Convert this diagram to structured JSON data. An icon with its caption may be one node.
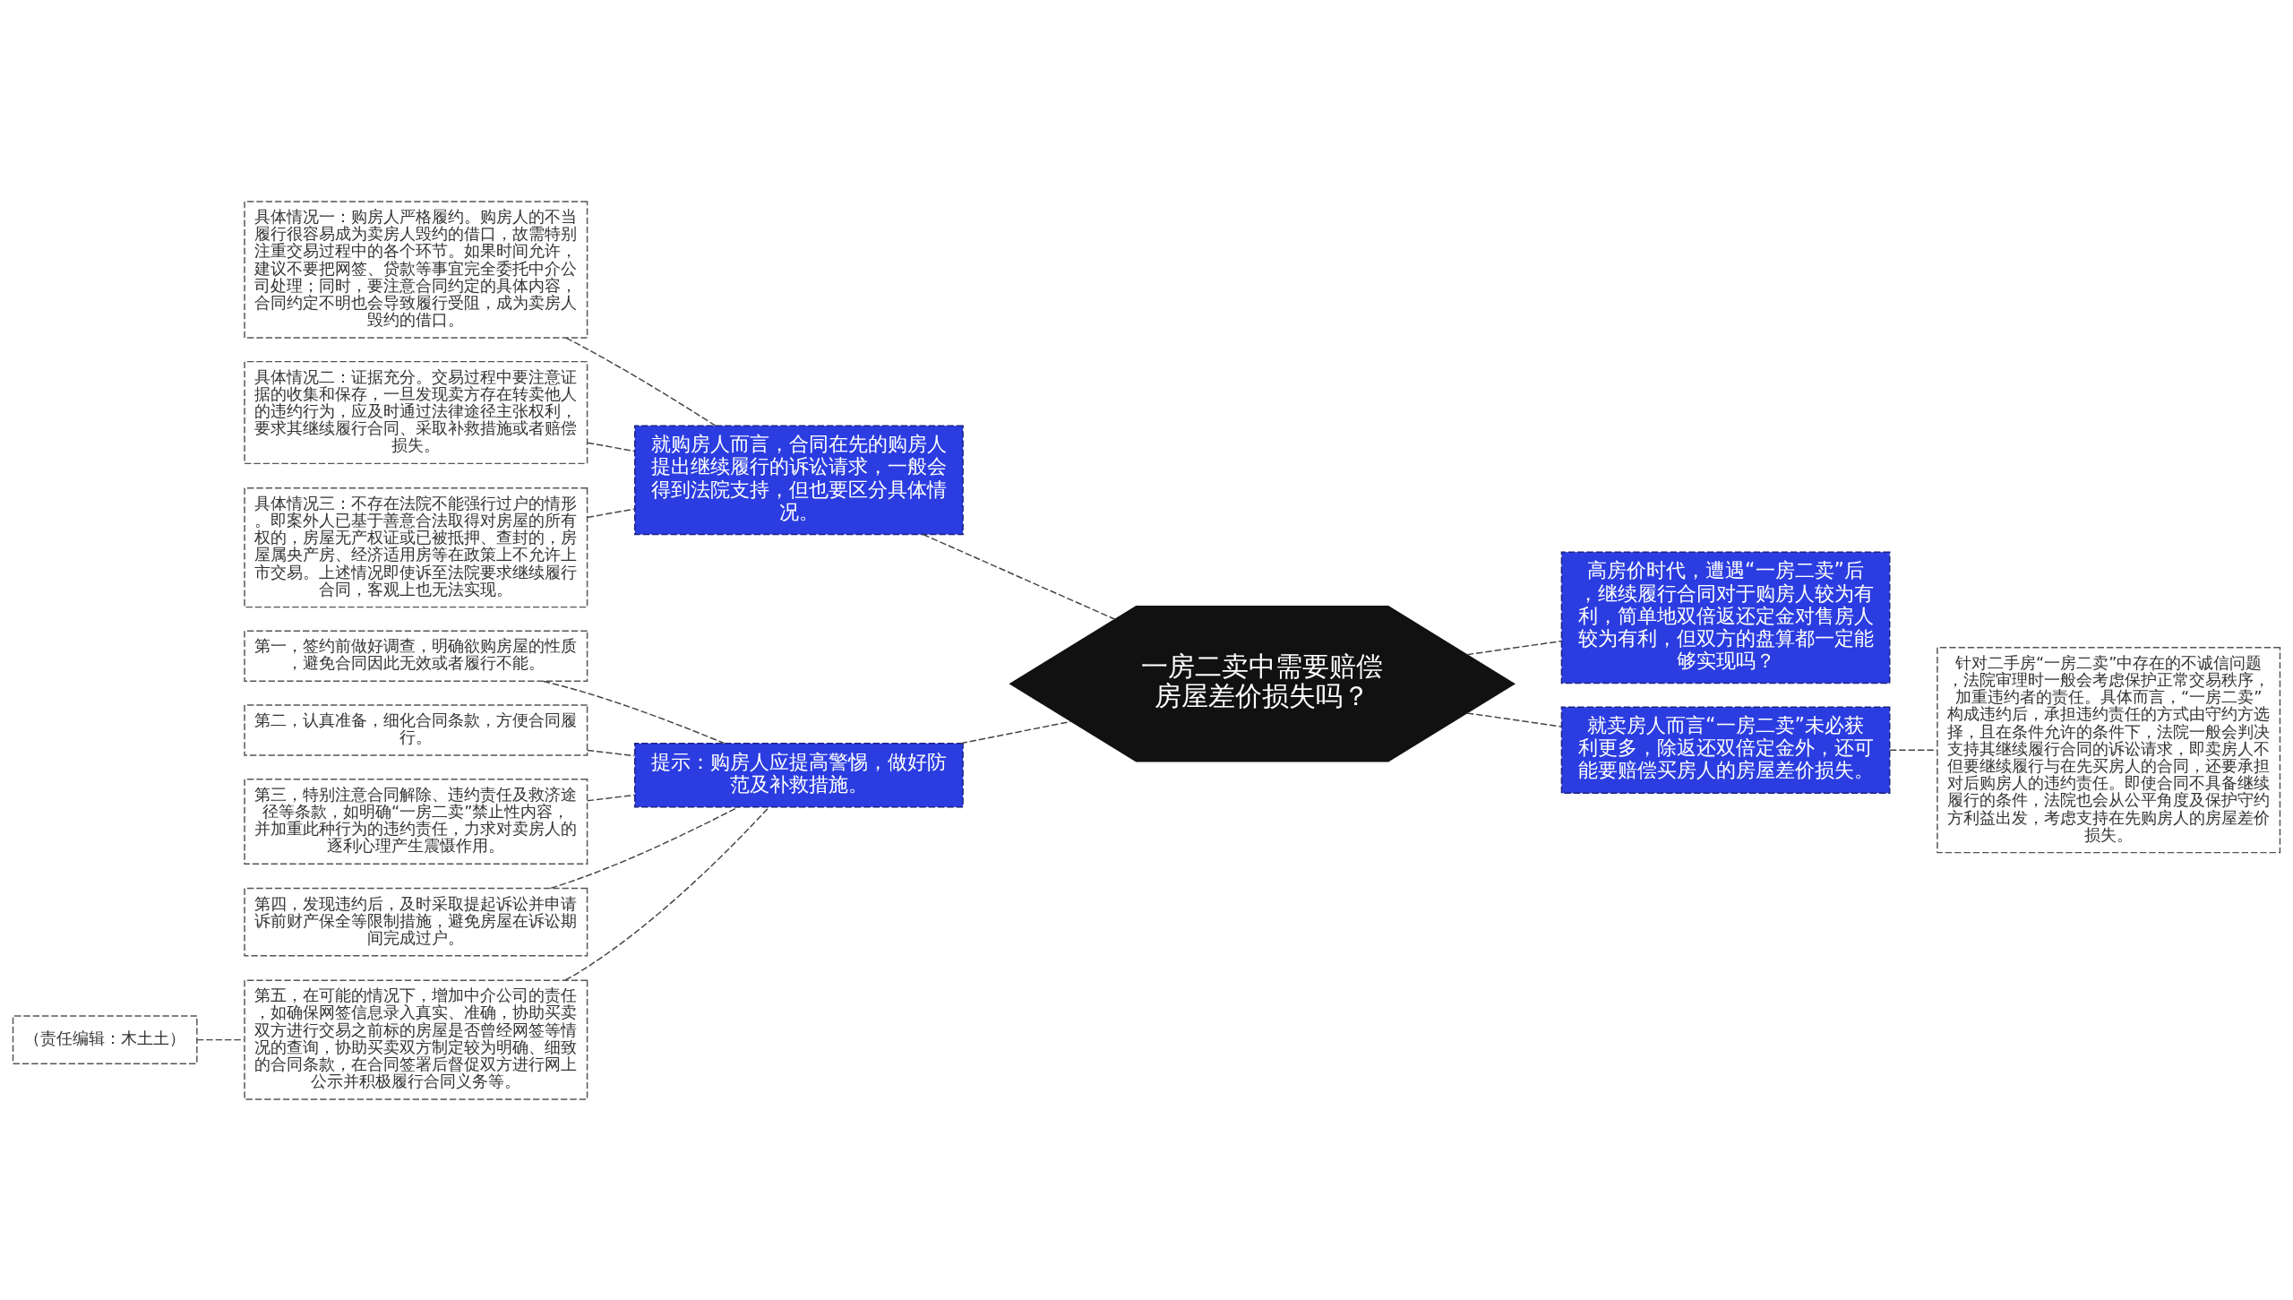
{
  "diagram": {
    "nodes": [
      {
        "text": [
          "一房二卖中需要赔偿房屋差价损失吗？"
        ]
      },
      {
        "text": [
          "就购房人而言，合同在先的购房人提出继续履行的诉讼请求，一般会得到法院支持，但也要区分具体情况。"
        ]
      },
      {
        "text": [
          "具体情况一：购房人严格履约。购房人的不当履行很容易成为卖房人毁约的借口，故需特别注重交易过程中的各个环节。如果时间允许，建议不要把网签、贷款等事宜完全委托中介公司处理；同时，要注意合同约定的具体内容，合同约定不明也会导致履行受阻，成为卖房人毁约的借口。"
        ]
      },
      {
        "text": [
          "具体情况二：证据充分。交易过程中要注意证据的收集和保存，一旦发现卖方存在转卖他人的违约行为，应及时通过法律途径主张权利，要求其继续履行合同、采取补救措施或者赔偿损失。"
        ]
      },
      {
        "text": [
          "具体情况三：不存在法院不能强行过户的情形。即案外人已基于善意合法取得对房屋的所有权的，房屋无产权证或已被抵押、查封的，房屋属央产房、经济适用房等在政策上不允许上市交易。上述情况即使诉至法院要求继续履行合同，客观上也无法实现。"
        ]
      },
      {
        "text": [
          "提示：购房人应提高警惕，做好防范及补救措施。"
        ]
      },
      {
        "text": [
          "第一，签约前做好调查，明确欲购房屋的性质，避免合同因此无效或者履行不能。"
        ]
      },
      {
        "text": [
          "第二，认真准备，细化合同条款，方便合同履行。"
        ]
      },
      {
        "text": [
          "第三，特别注意合同解除、违约责任及救济途径等条款，如明确“一房二卖”禁止性内容，并加重此种行为的违约责任，力求对卖房人的逐利心理产生震慑作用。"
        ]
      },
      {
        "text": [
          "第四，发现违约后，及时采取提起诉讼并申请诉前财产保全等限制措施，避免房屋在诉讼期间完成过户。"
        ]
      },
      {
        "text": [
          "第五，在可能的情况下，增加中介公司的责任，如确保网签信息录入真实、准确，协助买卖双方进行交易之前标的房屋是否曾经网签等情况的查询，协助买卖双方制定较为明确、细致的合同条款，在合同签署后督促双方进行网上公示并积极履行合同义务等。"
        ]
      },
      {
        "text": [
          "（责任编辑：木土土）"
        ]
      },
      {
        "text": [
          "高房价时代，遭遇“一房二卖”后，继续履行合同对于购房人较为有利，简单地双倍返还定金对售房人较为有利，但双方的盘算都一定能够实现吗？"
        ]
      },
      {
        "text": [
          "就卖房人而言“一房二卖”未必获利更多，除返还双倍定金外，还可能要赔偿买房人的房屋差价损失。"
        ]
      },
      {
        "text": [
          "针对二手房“一房二卖”中存在的不诚信问题，法院审理时一般会考虑保护正常交易秩序，加重违约者的责任。具体而言，“一房二卖”构成违约后，承担违约责任的方式由守约方选择，且在条件允许的条件下，法院一般会判决支持其继续履行合同的诉讼请求，即卖房人不但要继续履行与在先买房人的合同，还要承担对后购房人的违约责任。即使合同不具备继续履行的条件，法院也会从公平角度及保护守约方利益出发，考虑支持在先购房人的房屋差价损失。"
        ]
      }
    ],
    "edges": [
      {
        "from": 1,
        "to": 0,
        "arrow": "none",
        "style": "dashed"
      },
      {
        "from": 2,
        "to": 1,
        "arrow": "none",
        "style": "dashed"
      },
      {
        "from": 3,
        "to": 1,
        "arrow": "none",
        "style": "dashed"
      },
      {
        "from": 4,
        "to": 1,
        "arrow": "none",
        "style": "dashed"
      },
      {
        "from": 5,
        "to": 0,
        "arrow": "none",
        "style": "dashed"
      },
      {
        "from": 6,
        "to": 5,
        "arrow": "none",
        "style": "dashed"
      },
      {
        "from": 7,
        "to": 5,
        "arrow": "none",
        "style": "dashed"
      },
      {
        "from": 8,
        "to": 5,
        "arrow": "none",
        "style": "dashed"
      },
      {
        "from": 9,
        "to": 5,
        "arrow": "none",
        "style": "dashed"
      },
      {
        "from": 10,
        "to": 5,
        "arrow": "none",
        "style": "dashed"
      },
      {
        "from": 11,
        "to": 10,
        "arrow": "none",
        "style": "dashed"
      },
      {
        "from": 0,
        "to": 12,
        "arrow": "none",
        "style": "dashed"
      },
      {
        "from": 0,
        "to": 13,
        "arrow": "none",
        "style": "dashed"
      },
      {
        "from": 13,
        "to": 14,
        "arrow": "none",
        "style": "dashed"
      }
    ]
  }
}
